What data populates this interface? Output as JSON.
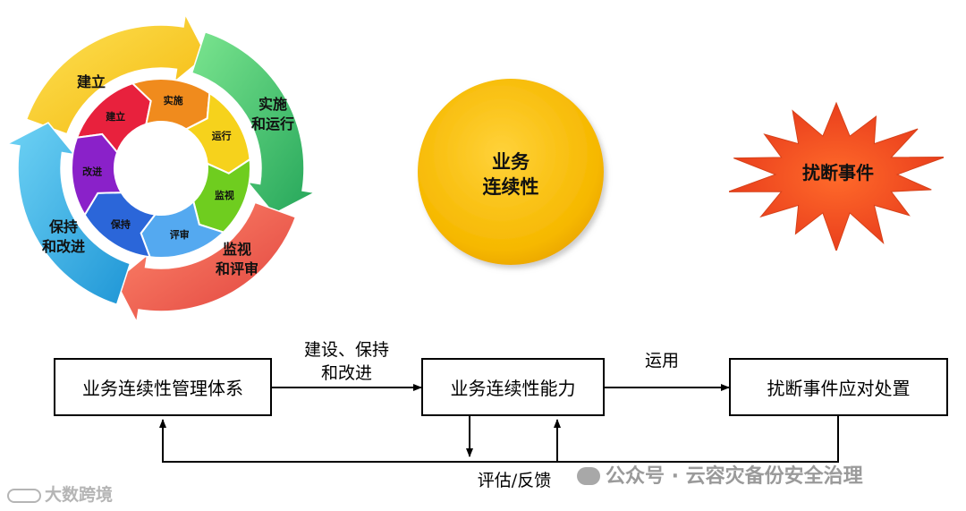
{
  "cycle": {
    "outer": {
      "establish": "建立",
      "implement_run": [
        "实施",
        "和运行"
      ],
      "monitor_review": [
        "监视",
        "和评审"
      ],
      "maintain_improve": [
        "保持",
        "和改进"
      ]
    },
    "inner": [
      "建立",
      "实施",
      "运行",
      "监视",
      "评审",
      "保持",
      "改进"
    ],
    "colors": {
      "yellow": "#f7c81e",
      "green": "#3cb96b",
      "red": "#f0524a",
      "blue": "#2eb1e3"
    }
  },
  "center_circle": {
    "line1": "业务",
    "line2": "连续性",
    "color": "#f6b800"
  },
  "starburst": {
    "label": "扰断事件",
    "color": "#f04b1a"
  },
  "flow": {
    "box1": "业务连续性管理体系",
    "box2": "业务连续性能力",
    "box3": "扰断事件应对处置",
    "arrow1": [
      "建设、保持",
      "和改进"
    ],
    "arrow2": "运用",
    "feedback": "评估/反馈"
  },
  "watermarks": {
    "wechat": "公众号 · 云容灾备份安全治理",
    "logo": "大数跨境"
  }
}
